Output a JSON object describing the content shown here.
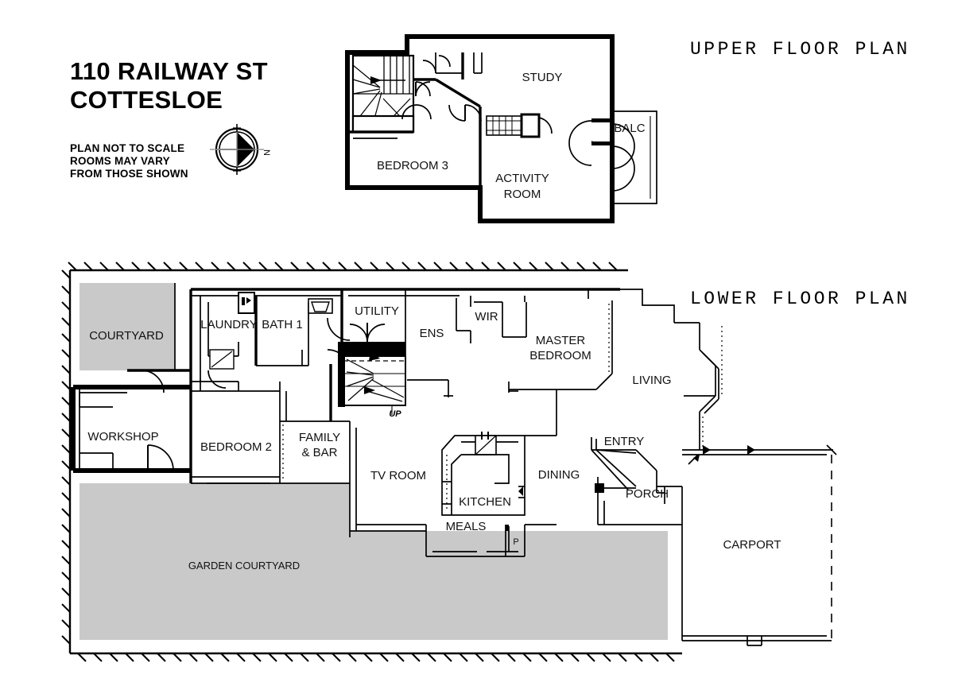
{
  "document": {
    "title_line1": "110 RAILWAY ST",
    "title_line2": "COTTESLOE",
    "disclaimer_line1": "PLAN NOT TO SCALE",
    "disclaimer_line2": "ROOMS MAY VARY",
    "disclaimer_line3": "FROM THOSE SHOWN",
    "compass_label": "N"
  },
  "colors": {
    "courtyard_fill": "#c9c9c9",
    "wall_stroke": "#000000",
    "background": "#ffffff",
    "text": "#111111"
  },
  "plans": [
    {
      "id": "upper",
      "header": "UPPER FLOOR PLAN",
      "rooms": [
        {
          "name": "STUDY",
          "label": "STUDY"
        },
        {
          "name": "BALC",
          "label": "BALC"
        },
        {
          "name": "BEDROOM 3",
          "label": "BEDROOM 3"
        },
        {
          "name": "ACTIVITY ROOM",
          "label_line1": "ACTIVITY",
          "label_line2": "ROOM"
        }
      ]
    },
    {
      "id": "lower",
      "header": "LOWER FLOOR PLAN",
      "rooms": [
        {
          "name": "COURTYARD",
          "label": "COURTYARD"
        },
        {
          "name": "LAUNDRY",
          "label": "LAUNDRY"
        },
        {
          "name": "BATH 1",
          "label": "BATH 1"
        },
        {
          "name": "UTILITY",
          "label": "UTILITY"
        },
        {
          "name": "ENS",
          "label": "ENS"
        },
        {
          "name": "WIR",
          "label": "WIR"
        },
        {
          "name": "MASTER BEDROOM",
          "label_line1": "MASTER",
          "label_line2": "BEDROOM"
        },
        {
          "name": "LIVING",
          "label": "LIVING"
        },
        {
          "name": "WORKSHOP",
          "label": "WORKSHOP"
        },
        {
          "name": "BEDROOM 2",
          "label": "BEDROOM 2"
        },
        {
          "name": "FAMILY & BAR",
          "label_line1": "FAMILY",
          "label_line2": "& BAR"
        },
        {
          "name": "TV ROOM",
          "label": "TV ROOM"
        },
        {
          "name": "KITCHEN",
          "label": "KITCHEN"
        },
        {
          "name": "MEALS",
          "label": "MEALS"
        },
        {
          "name": "PANTRY",
          "label": "P"
        },
        {
          "name": "DINING",
          "label": "DINING"
        },
        {
          "name": "ENTRY",
          "label": "ENTRY"
        },
        {
          "name": "PORCH",
          "label": "PORCH"
        },
        {
          "name": "CARPORT",
          "label": "CARPORT"
        },
        {
          "name": "GARDEN COURTYARD",
          "label": "GARDEN COURTYARD"
        }
      ],
      "annotations": [
        {
          "name": "stair-direction",
          "label": "UP"
        }
      ]
    }
  ]
}
